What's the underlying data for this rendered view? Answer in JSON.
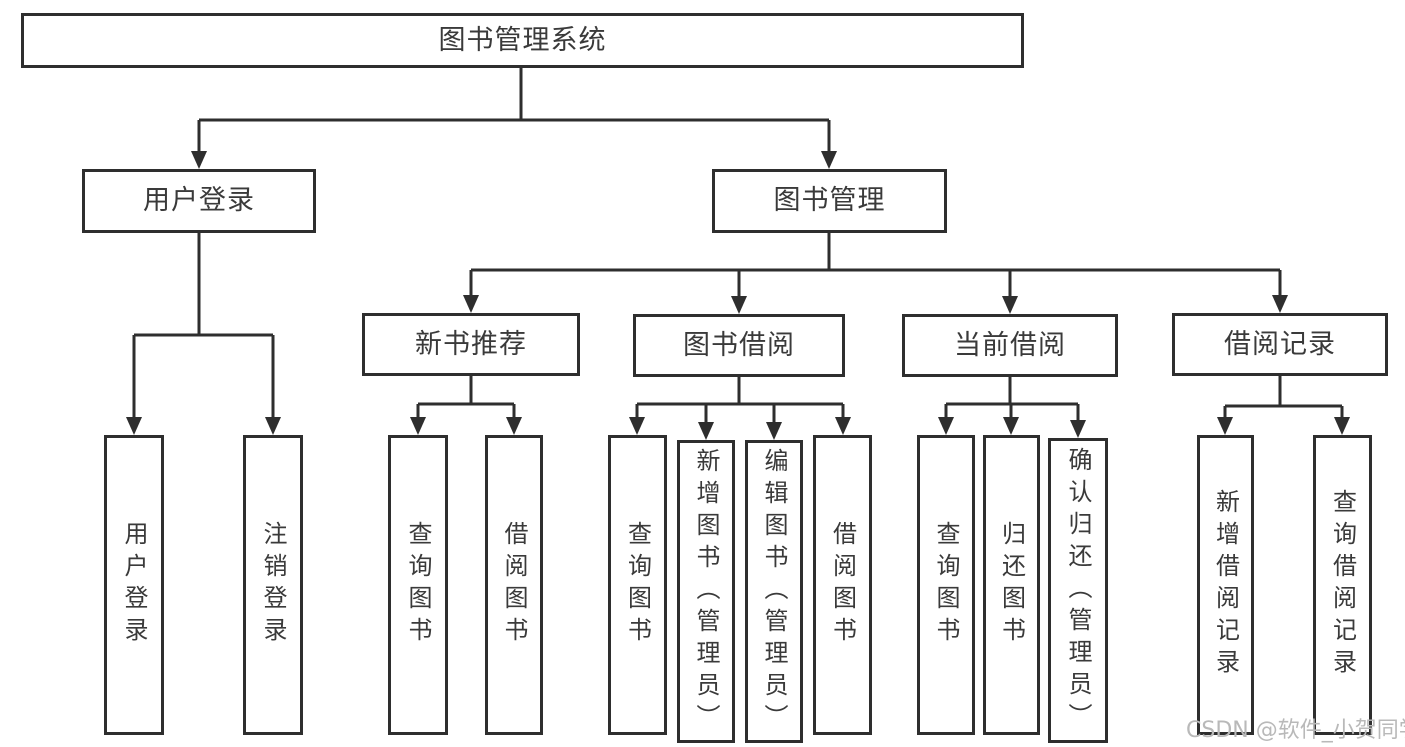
{
  "diagram": {
    "tree": {
      "root": {
        "label": "图书管理系统",
        "children": [
          {
            "label": "用户登录",
            "children": [
              {
                "label": "用户登录"
              },
              {
                "label": "注销登录"
              }
            ]
          },
          {
            "label": "图书管理",
            "children": [
              {
                "label": "新书推荐",
                "children": [
                  {
                    "label": "查询图书"
                  },
                  {
                    "label": "借阅图书"
                  }
                ]
              },
              {
                "label": "图书借阅",
                "children": [
                  {
                    "label": "查询图书"
                  },
                  {
                    "label": "新增图书（管理员）"
                  },
                  {
                    "label": "编辑图书（管理员）"
                  },
                  {
                    "label": "借阅图书"
                  }
                ]
              },
              {
                "label": "当前借阅",
                "children": [
                  {
                    "label": "查询图书"
                  },
                  {
                    "label": "归还图书"
                  },
                  {
                    "label": "确认归还（管理员）"
                  }
                ]
              },
              {
                "label": "借阅记录",
                "children": [
                  {
                    "label": "新增借阅记录"
                  },
                  {
                    "label": "查询借阅记录"
                  }
                ]
              }
            ]
          }
        ]
      }
    },
    "watermark": "CSDN @软件_小贺同学",
    "colors": {
      "line": "#2e2e2e",
      "text": "#3a3a3a",
      "watermark": "#b9b9b9",
      "background": "#ffffff"
    }
  }
}
